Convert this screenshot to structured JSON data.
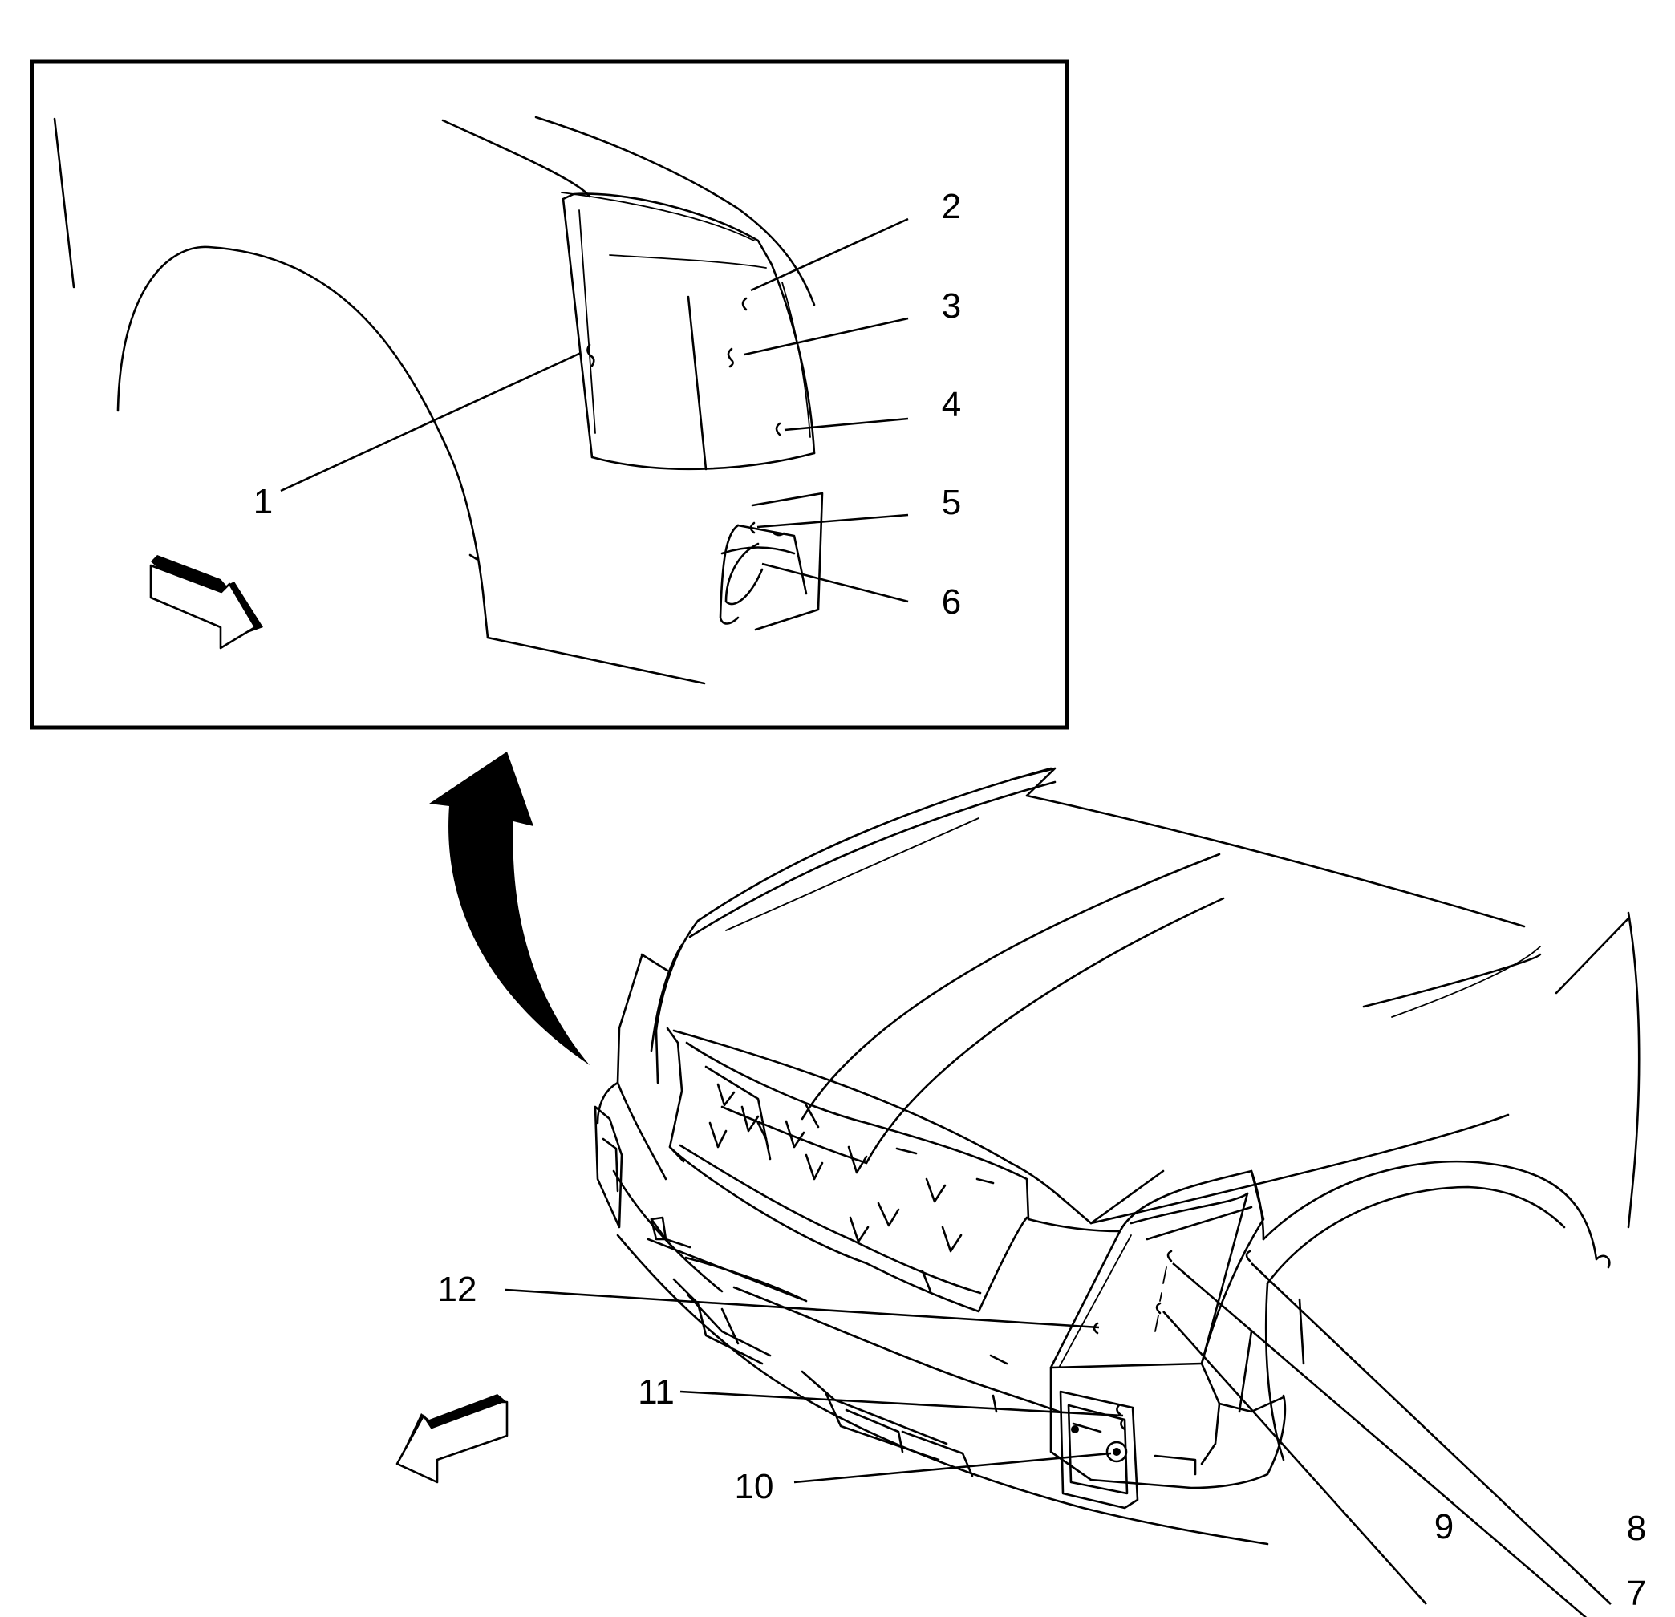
{
  "diagram": {
    "callouts": [
      "1",
      "2",
      "3",
      "4",
      "5",
      "6",
      "7",
      "8",
      "9",
      "10",
      "11",
      "12"
    ],
    "icons": [
      "inset-frame",
      "direction-arrow-icon",
      "view-curved-arrow-icon",
      "forward-arrow-icon"
    ]
  }
}
